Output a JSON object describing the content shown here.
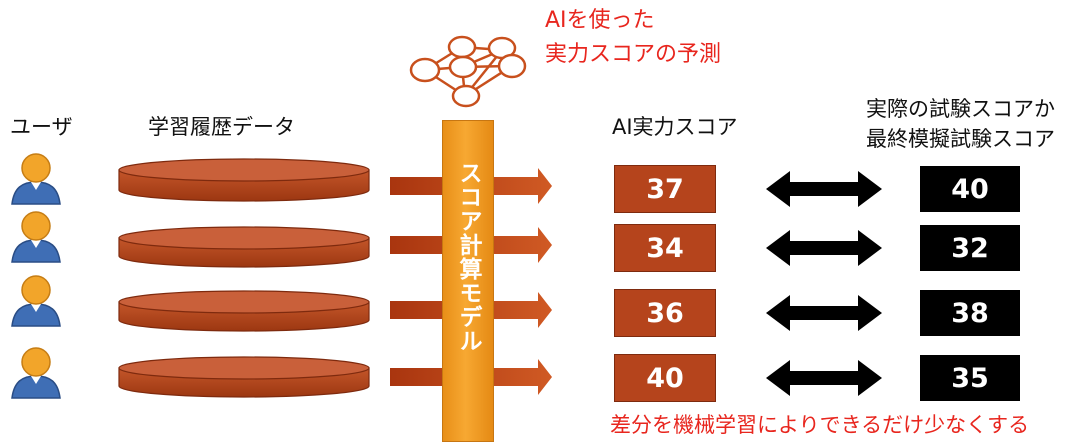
{
  "headers": {
    "users": "ユーザ",
    "history": "学習履歴データ",
    "ai_score": "AI実力スコア",
    "real_score_line1": "実際の試験スコアか",
    "real_score_line2": "最終模擬試験スコア"
  },
  "ai_caption": {
    "line1": "AIを使った",
    "line2": "実力スコアの予測"
  },
  "model_label": "スコア計算モデル",
  "rows": [
    {
      "ai": "37",
      "real": "40"
    },
    {
      "ai": "34",
      "real": "32"
    },
    {
      "ai": "36",
      "real": "38"
    },
    {
      "ai": "40",
      "real": "35"
    }
  ],
  "bottom_caption": "差分を機械学習によりできるだけ少なくする",
  "colors": {
    "accent_red": "#e8261e",
    "disk_brown": "#b5441c",
    "model_orange": "#f7a832",
    "user_orange": "#f2a52a",
    "user_blue": "#3f6eb5"
  }
}
